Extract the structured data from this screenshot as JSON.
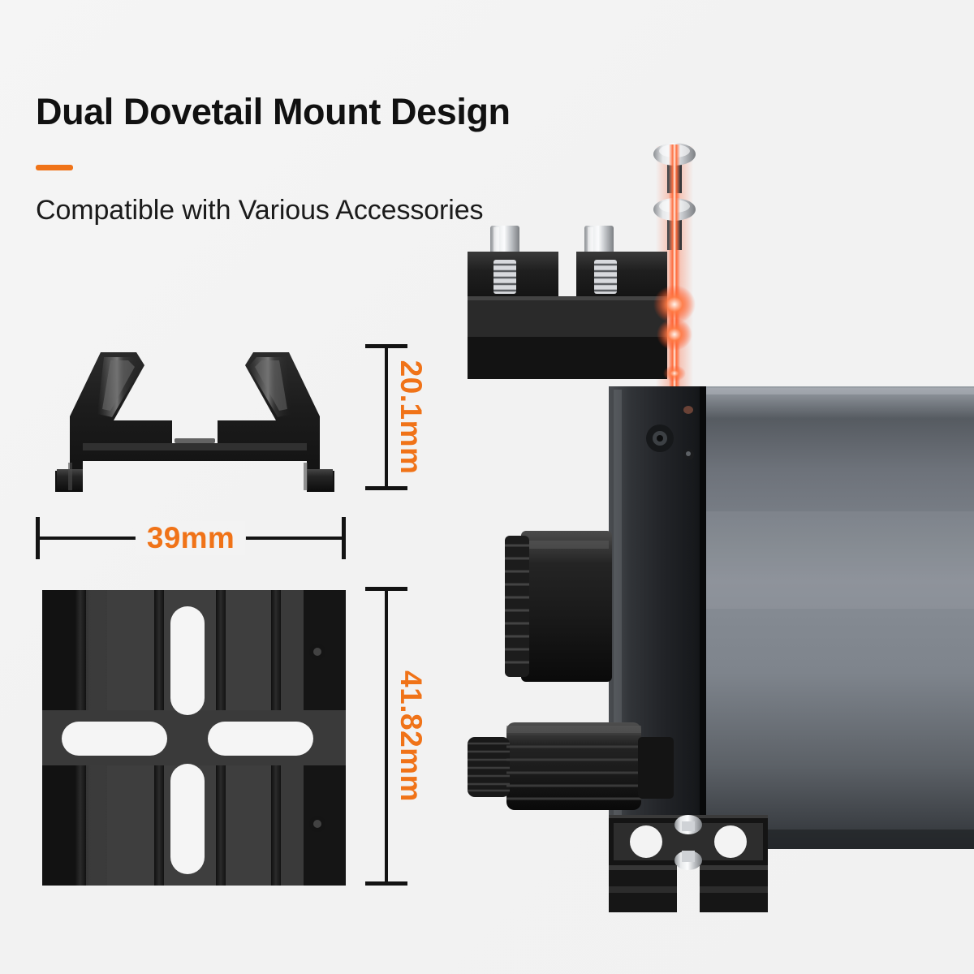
{
  "meta": {
    "background_color": "#f3f3f3",
    "accent_color": "#f07318",
    "body_text_color": "#111111",
    "dimension_line_color": "#131313"
  },
  "header": {
    "title": "Dual Dovetail Mount Design",
    "subtitle": "Compatible with Various Accessories",
    "accent_rule_color": "#f07318"
  },
  "dimensions": {
    "side_clamp_height": {
      "value": "20.1mm",
      "orientation": "vertical",
      "measures": "dovetail-clamp-side-view-height"
    },
    "side_clamp_width": {
      "value": "39mm",
      "orientation": "horizontal",
      "measures": "dovetail-clamp-side-view-width"
    },
    "base_plate_length": {
      "value": "41.82mm",
      "orientation": "vertical",
      "measures": "dovetail-base-plate-length"
    }
  },
  "parts": {
    "clamp_side_view": {
      "name": "dovetail-clamp-side-view",
      "finish": "matte black anodized",
      "color": "#1d1d1d"
    },
    "base_plate_top_view": {
      "name": "dovetail-base-plate-top-view",
      "finish": "matte black anodized",
      "color": "#2f2f2f",
      "slot_count": 4,
      "screw_hole_count": 2
    },
    "telescope": {
      "name": "telescope-optical-tube",
      "tube_color": "#7e838a",
      "front_cell_color": "#2a2a2c",
      "focus_knob": "knurled-focus-knob",
      "laser_beam_color": "#ff4a1e",
      "mount_block": "laser-collimator-mount-block",
      "bolt_finish": "polished stainless",
      "foot_bracket_holes": 2
    }
  },
  "icons": {
    "laser_beam": "laser-beam-icon",
    "bolt": "hex-bolt-icon",
    "thumbscrew": "thumbscrew-icon"
  }
}
